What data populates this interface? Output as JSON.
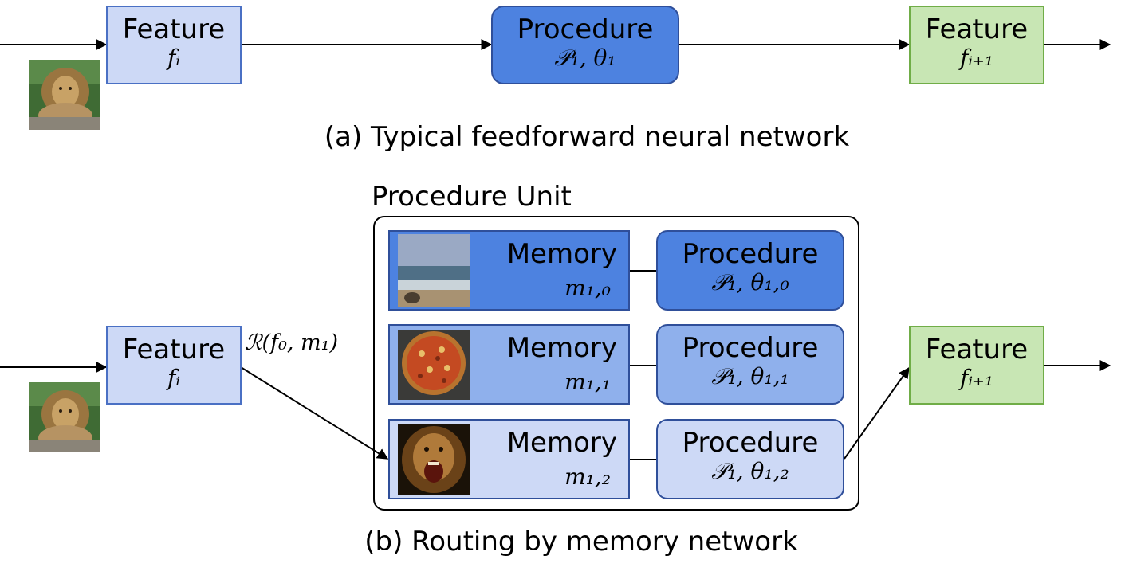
{
  "diagram_a": {
    "feature_in": {
      "title": "Feature",
      "symbol": "fᵢ"
    },
    "procedure": {
      "title": "Procedure",
      "symbol": "𝒫₁, θ₁"
    },
    "feature_out": {
      "title": "Feature",
      "symbol": "fᵢ₊₁"
    },
    "caption": "(a) Typical feedforward neural network"
  },
  "diagram_b": {
    "feature_in": {
      "title": "Feature",
      "symbol": "fᵢ"
    },
    "routing_label": "ℛ(f₀, m₁)",
    "unit_label": "Procedure Unit",
    "rows": [
      {
        "memory_title": "Memory",
        "memory_symbol": "m₁,₀",
        "procedure_title": "Procedure",
        "procedure_symbol": "𝒫₁, θ₁,₀",
        "image": "beach-thumbnail"
      },
      {
        "memory_title": "Memory",
        "memory_symbol": "m₁,₁",
        "procedure_title": "Procedure",
        "procedure_symbol": "𝒫₁, θ₁,₁",
        "image": "pizza-thumbnail"
      },
      {
        "memory_title": "Memory",
        "memory_symbol": "m₁,₂",
        "procedure_title": "Procedure",
        "procedure_symbol": "𝒫₁, θ₁,₂",
        "image": "roaring-lion-thumbnail"
      }
    ],
    "feature_out": {
      "title": "Feature",
      "symbol": "fᵢ₊₁"
    },
    "caption": "(b) Routing by memory network"
  },
  "colors": {
    "feature_blue": "#cdd9f6",
    "feature_green": "#c8e6b4",
    "procedure_dark": "#4d82e0",
    "procedure_mid": "#8fb0ec",
    "procedure_light": "#cdd9f6"
  }
}
